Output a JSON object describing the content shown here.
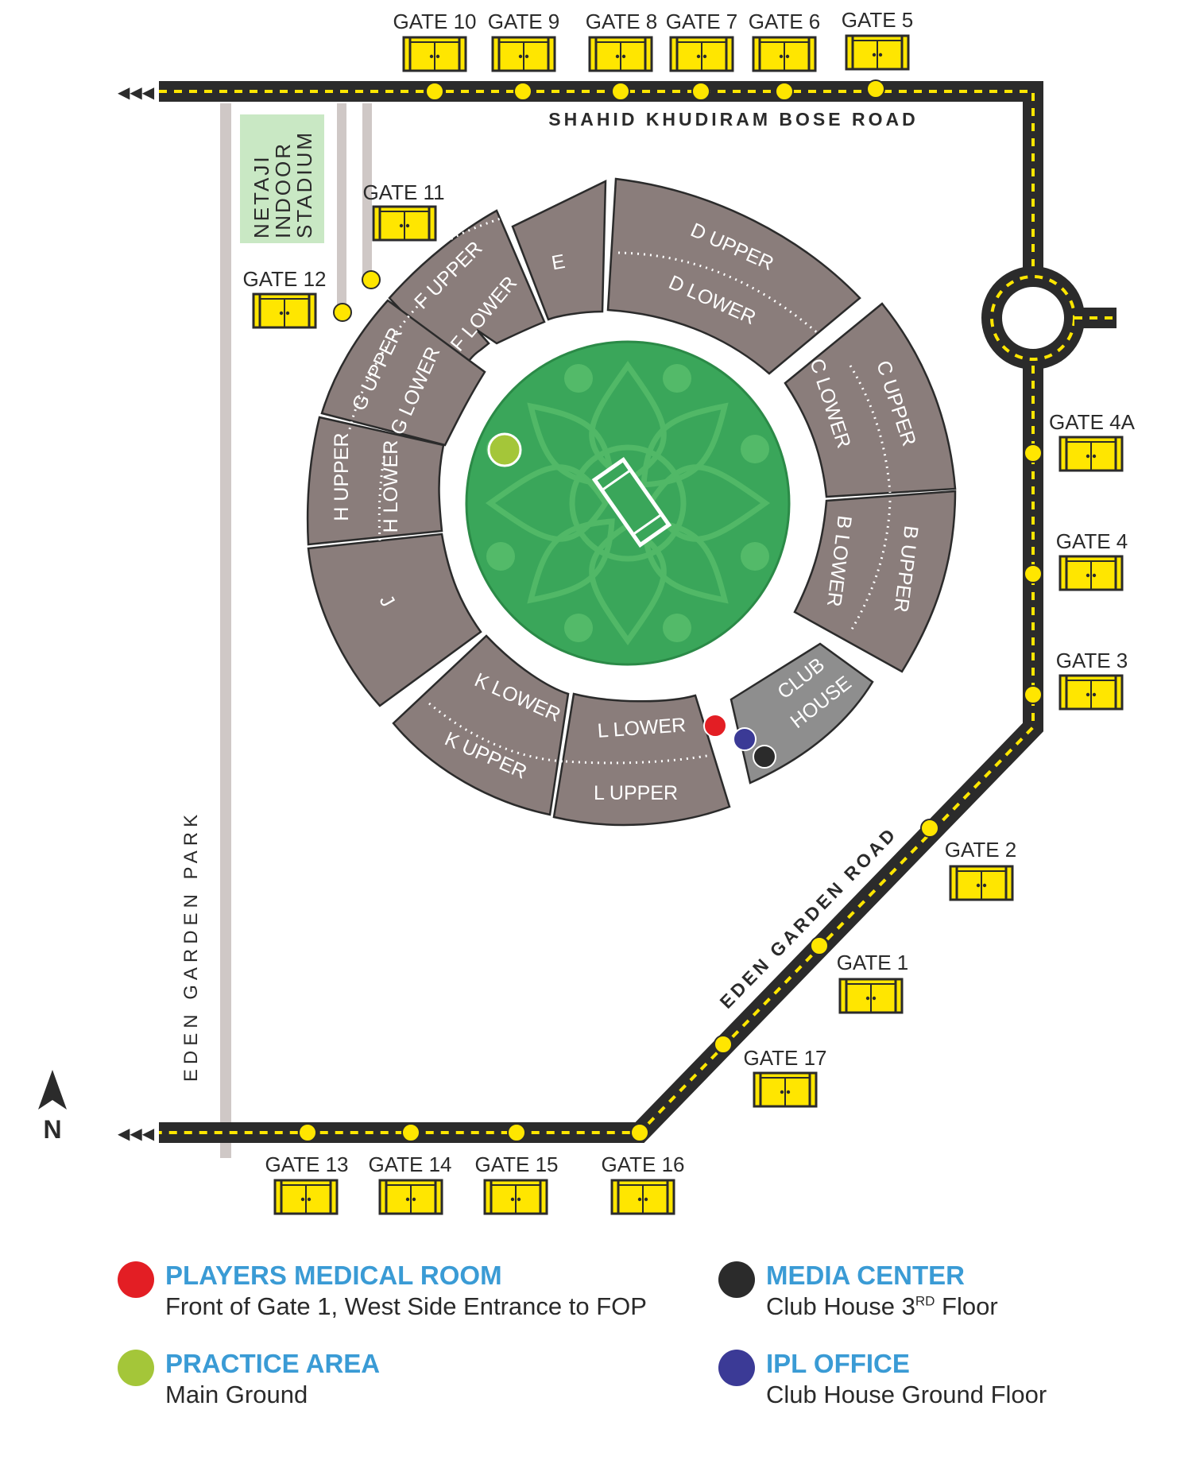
{
  "roads": {
    "north": "SHAHID KHUDIRAM BOSE ROAD",
    "east": "EDEN GARDEN ROAD",
    "west": "EDEN GARDEN PARK"
  },
  "netaji": [
    "NETAJI",
    "INDOOR",
    "STADIUM"
  ],
  "north_marker": "N",
  "arrow_marker": "◀◀◀",
  "gates": {
    "g1": "GATE 1",
    "g2": "GATE 2",
    "g3": "GATE 3",
    "g4": "GATE 4",
    "g4a": "GATE 4A",
    "g5": "GATE 5",
    "g6": "GATE 6",
    "g7": "GATE 7",
    "g8": "GATE 8",
    "g9": "GATE 9",
    "g10": "GATE 10",
    "g11": "GATE 11",
    "g12": "GATE 12",
    "g13": "GATE 13",
    "g14": "GATE 14",
    "g15": "GATE 15",
    "g16": "GATE 16",
    "g17": "GATE 17"
  },
  "stands": {
    "d_upper": "D UPPER",
    "d_lower": "D LOWER",
    "e": "E",
    "f_upper": "F UPPER",
    "f_lower": "F LOWER",
    "g_upper": "G UPPER",
    "g_lower": "G LOWER",
    "h_upper": "H UPPER",
    "h_lower": "H LOWER",
    "j": "J",
    "k_lower": "K LOWER",
    "k_upper": "K UPPER",
    "l_lower": "L LOWER",
    "l_upper": "L UPPER",
    "c_upper": "C UPPER",
    "c_lower": "C LOWER",
    "b_upper": "B UPPER",
    "b_lower": "B LOWER",
    "club_house": [
      "CLUB",
      "HOUSE"
    ]
  },
  "legend": {
    "medical": {
      "title": "PLAYERS MEDICAL ROOM",
      "sub": "Front of Gate 1, West Side Entrance to FOP",
      "color": "#e31e24"
    },
    "practice": {
      "title": "PRACTICE AREA",
      "sub": "Main Ground",
      "color": "#a4c639"
    },
    "media": {
      "title": "MEDIA CENTER",
      "sub_pre": "Club House 3",
      "sub_sup": "RD",
      "sub_post": " Floor",
      "color": "#2b2b2b"
    },
    "ipl": {
      "title": "IPL OFFICE",
      "sub": "Club House Ground Floor",
      "color": "#3b3a96"
    }
  },
  "colors": {
    "road": "#2b2b2b",
    "road_marking": "#ffe600",
    "gate": "#ffe600",
    "stand": "#8a7d7b",
    "field": "#3aa65a",
    "club_house": "#8e8e8e",
    "legend_title": "#3a9bd5",
    "netaji_bg": "#c9e8c4"
  }
}
